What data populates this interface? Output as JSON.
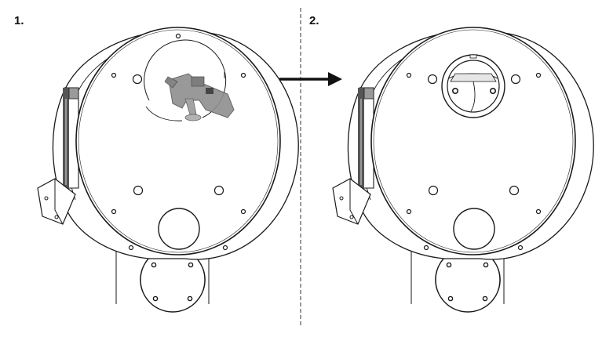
{
  "steps": [
    {
      "label": "1."
    },
    {
      "label": "2."
    }
  ],
  "icons": {
    "arrow": "right-arrow-icon",
    "tool": "drill-icon",
    "divider": "dashed-divider"
  },
  "colors": {
    "line": "#1a1a1a",
    "tool_fill": "#8a8a8a",
    "tool_dark": "#555555"
  }
}
